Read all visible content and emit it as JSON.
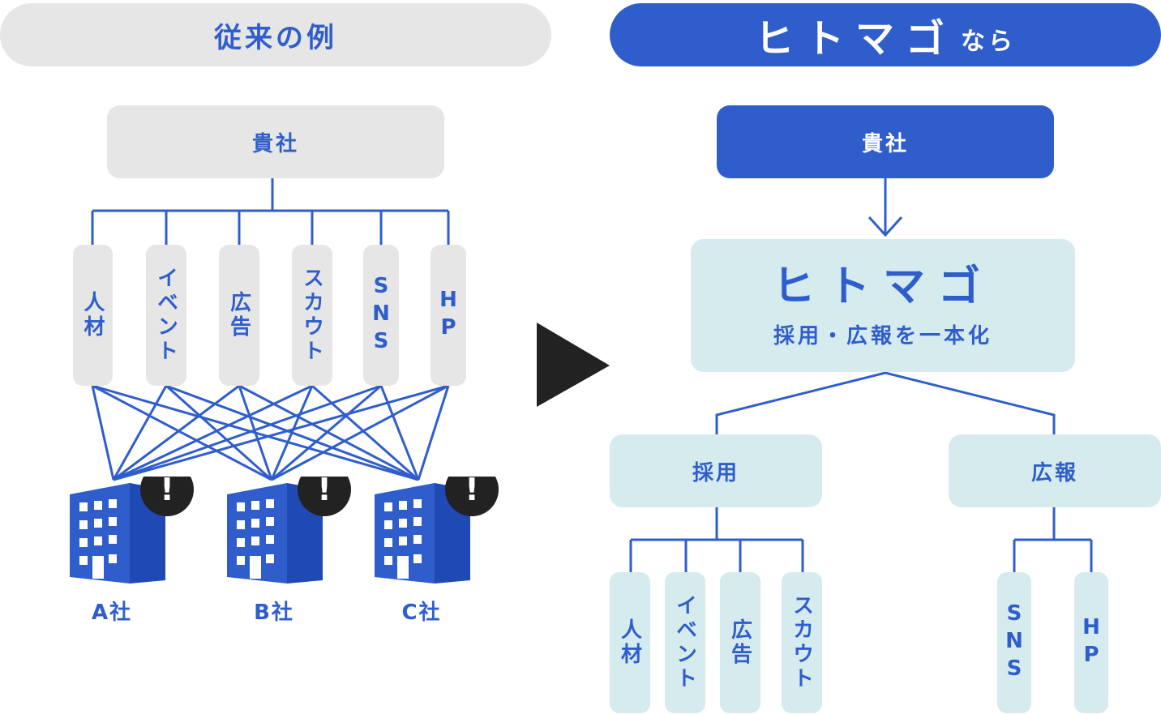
{
  "left": {
    "header": "従来の例",
    "company": "貴社",
    "channels": [
      "人材",
      "イベント",
      "広告",
      "スカウト",
      "SNS",
      "HP"
    ],
    "clients": [
      "A社",
      "B社",
      "C社"
    ],
    "alert_symbol": "!"
  },
  "right": {
    "header_brand": "ヒトマゴ",
    "header_suffix": "なら",
    "company": "貴社",
    "hub_title": "ヒトマゴ",
    "hub_subtitle": "採用・広報を一本化",
    "groups": [
      {
        "label": "採用",
        "items": [
          "人材",
          "イベント",
          "広告",
          "スカウト"
        ]
      },
      {
        "label": "広報",
        "items": [
          "SNS",
          "HP"
        ]
      }
    ]
  },
  "colors": {
    "accent": "#2f5ecc",
    "gray": "#e6e6e6",
    "light": "#d5ebee",
    "dark": "#222222"
  },
  "icons": {
    "arrow": "play-triangle-icon",
    "building": "building-icon",
    "alert": "alert-icon"
  }
}
